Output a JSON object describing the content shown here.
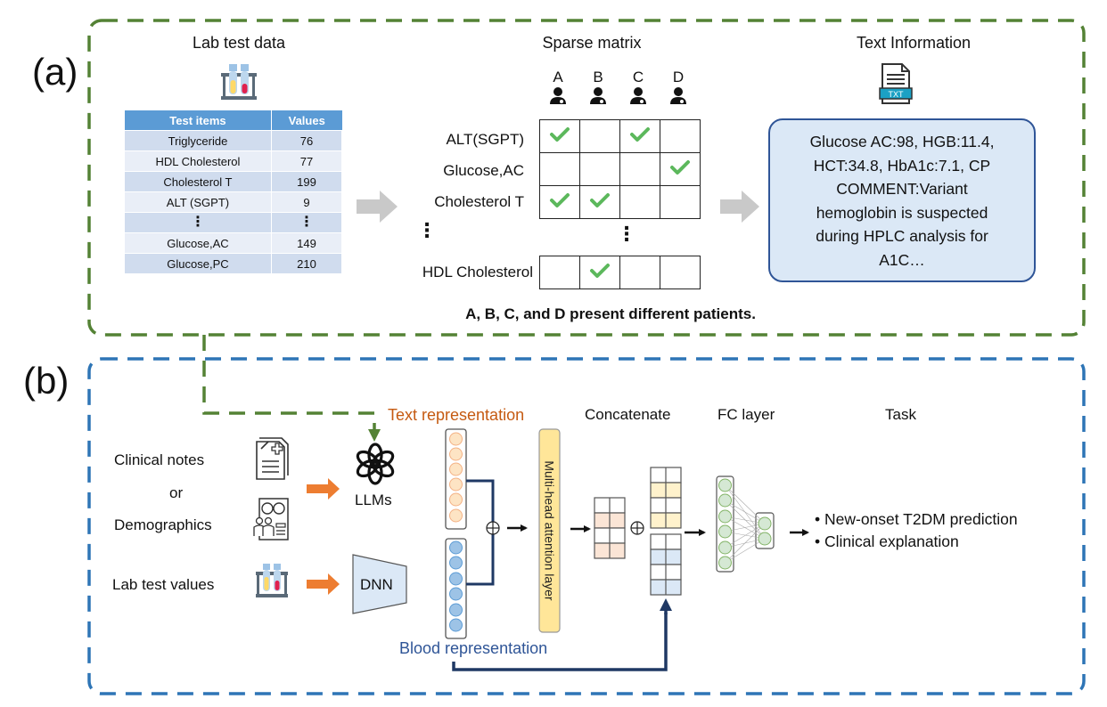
{
  "panels": {
    "a_label": "(a)",
    "b_label": "(b)"
  },
  "colors": {
    "panel_a_border": "#548235",
    "panel_b_border": "#2e75b6",
    "table_header": "#5b9bd5",
    "check": "#5cb85c",
    "text_rep": "#c55a11",
    "blood_rep": "#2f5597",
    "attention_layer": "#ffe699",
    "arrow_orange": "#ed7d31"
  },
  "lab_section": {
    "title": "Lab test data",
    "icon": "test-tubes-icon",
    "table": {
      "headers": [
        "Test items",
        "Values"
      ],
      "rows": [
        [
          "Triglyceride",
          "76"
        ],
        [
          "HDL Cholesterol",
          "77"
        ],
        [
          "Cholesterol T",
          "199"
        ],
        [
          "ALT (SGPT)",
          "9"
        ],
        [
          "⋮",
          "⋮"
        ],
        [
          "Glucose,AC",
          "149"
        ],
        [
          "Glucose,PC",
          "210"
        ]
      ]
    }
  },
  "sparse_section": {
    "title": "Sparse matrix",
    "patients": [
      "A",
      "B",
      "C",
      "D"
    ],
    "rows": [
      {
        "label": "ALT(SGPT)",
        "checks": [
          true,
          false,
          true,
          false
        ]
      },
      {
        "label": "Glucose,AC",
        "checks": [
          false,
          false,
          false,
          true
        ]
      },
      {
        "label": "Cholesterol T",
        "checks": [
          true,
          true,
          false,
          false
        ]
      }
    ],
    "ellipsis": "⋮",
    "last_row": {
      "label": "HDL Cholesterol",
      "checks": [
        false,
        true,
        false,
        false
      ]
    },
    "note": "A, B, C, and D present different patients."
  },
  "text_section": {
    "title": "Text Information",
    "icon_label": "TXT",
    "lines": [
      "Glucose AC:98, HGB:11.4,",
      "HCT:34.8, HbA1c:7.1, CP",
      "COMMENT:Variant",
      "hemoglobin is suspected",
      "during HPLC analysis for",
      "A1C…"
    ]
  },
  "pipeline": {
    "inputs": {
      "clinical_notes": "Clinical notes",
      "or": "or",
      "demographics": "Demographics",
      "lab_values": "Lab test values"
    },
    "llms_label": "LLMs",
    "dnn_label": "DNN",
    "text_rep_label": "Text representation",
    "blood_rep_label": "Blood representation",
    "attention_label": "Multi-head attention layer",
    "concatenate_label": "Concatenate",
    "fc_label": "FC layer",
    "task_label": "Task",
    "plus_symbol": "⊕",
    "tasks": [
      "• New-onset T2DM prediction",
      "• Clinical explanation"
    ]
  }
}
